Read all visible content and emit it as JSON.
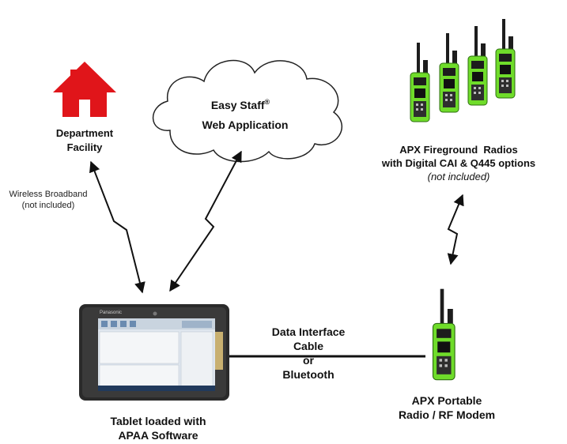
{
  "department": {
    "line1": "Department",
    "line2": "Facility",
    "icon": "house-icon",
    "color": "#e0151a"
  },
  "cloud": {
    "title": "Easy Staff",
    "reg": "®",
    "subtitle": "Web Application"
  },
  "wireless": {
    "line1": "Wireless Broadband",
    "line2": "(not included)"
  },
  "fireground": {
    "line1": "APX Fireground  Radios",
    "line2": "with Digital CAI & Q445 options",
    "note": "(not included)"
  },
  "tablet": {
    "line1": "Tablet loaded with",
    "line2": "APAA Software",
    "brand": "Panasonic"
  },
  "link": {
    "line1": "Data Interface",
    "line2": "Cable",
    "line3": "or",
    "line4": "Bluetooth"
  },
  "portable": {
    "line1": "APX Portable",
    "line2": "Radio / RF Modem"
  },
  "colors": {
    "radio_body": "#6fdc2a",
    "radio_dark": "#1d1d1d"
  }
}
